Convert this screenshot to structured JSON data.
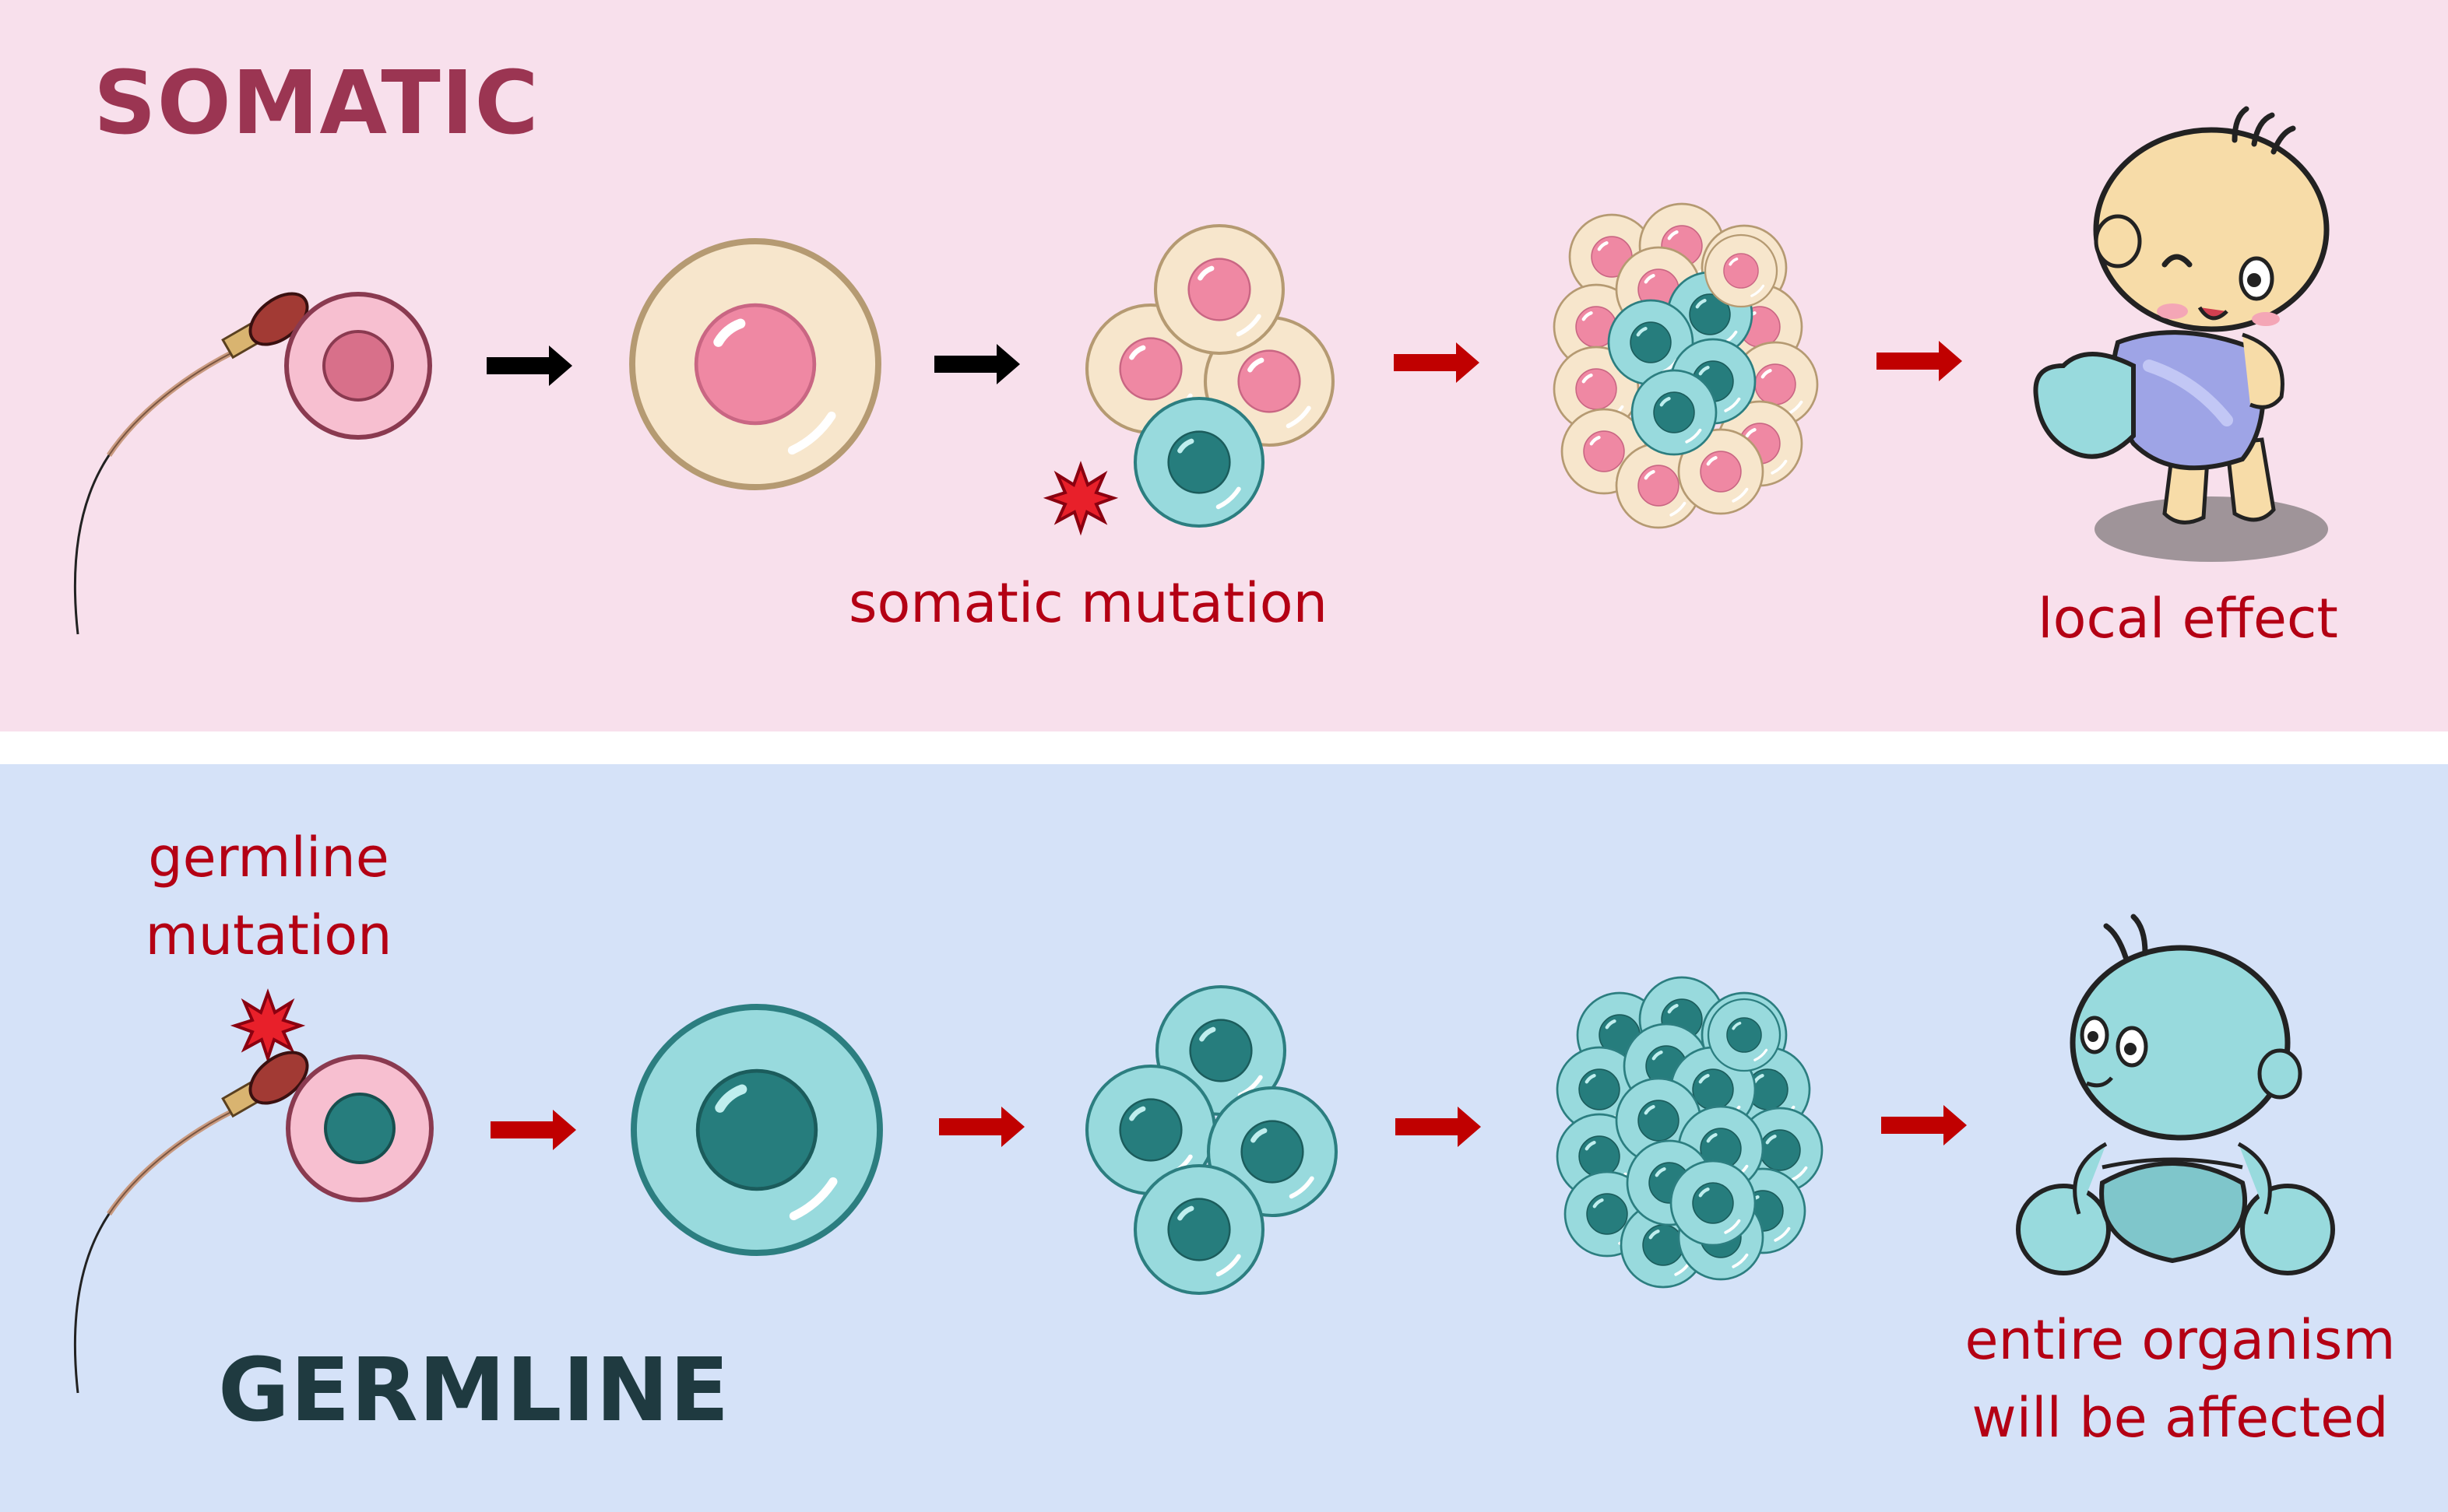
{
  "panels": {
    "somatic": {
      "title": "SOMATIC",
      "mutation_label": "somatic mutation",
      "outcome_label": "local effect"
    },
    "germline": {
      "title": "GERMLINE",
      "mutation_label_line1": "germline",
      "mutation_label_line2": "mutation",
      "outcome_label_line1": "entire organism",
      "outcome_label_line2": "will be affected"
    }
  },
  "colors": {
    "somatic_bg": "#f8e0ec",
    "germline_bg": "#d5e2f8",
    "somatic_title": "#9b3552",
    "germline_title": "#1f3a40",
    "label_red": "#b40014",
    "arrow_red": "#c00000",
    "arrow_black": "#000000",
    "normal_cell_fill": "#f7e6cc",
    "normal_nucleus": "#ef88a3",
    "mutant_cell_fill": "#98dadd",
    "mutant_nucleus": "#267d7d"
  },
  "icons": [
    "sperm-icon",
    "zygote-icon",
    "cell-icon",
    "cell-cluster-icon",
    "mutation-star-icon",
    "arrow-icon",
    "baby-icon"
  ]
}
